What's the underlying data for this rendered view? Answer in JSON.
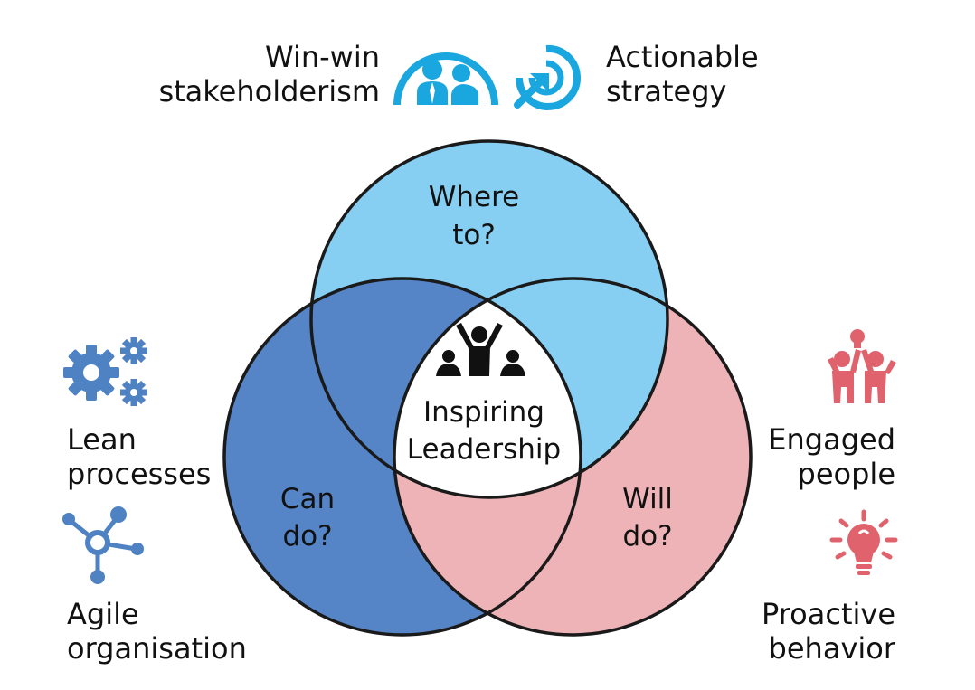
{
  "colors": {
    "top_circle": "#87CEF3",
    "left_circle": "#5585C6",
    "right_circle": "#EEB3B6",
    "center": "#FFFFFF",
    "outline": "#1A1A1A",
    "blue_icon": "#1AA6DE",
    "steel_icon": "#4E82C3",
    "red_icon": "#E0626C"
  },
  "venn": {
    "top": {
      "line1": "Where",
      "line2": "to?"
    },
    "left": {
      "line1": "Can",
      "line2": "do?"
    },
    "right": {
      "line1": "Will",
      "line2": "do?"
    },
    "center": {
      "line1": "Inspiring",
      "line2": "Leadership",
      "icon": "team-celebrate-icon"
    }
  },
  "labels": {
    "top_left": {
      "line1": "Win-win",
      "line2": "stakeholderism",
      "icon": "stakeholders-icon"
    },
    "top_right": {
      "line1": "Actionable",
      "line2": "strategy",
      "icon": "target-arrow-icon"
    },
    "left_upper": {
      "line1": "Lean",
      "line2": "processes",
      "icon": "gears-icon"
    },
    "left_lower": {
      "line1": "Agile",
      "line2": "organisation",
      "icon": "network-icon"
    },
    "right_upper": {
      "line1": "Engaged",
      "line2": "people",
      "icon": "high-five-icon"
    },
    "right_lower": {
      "line1": "Proactive",
      "line2": "behavior",
      "icon": "lightbulb-icon"
    }
  }
}
